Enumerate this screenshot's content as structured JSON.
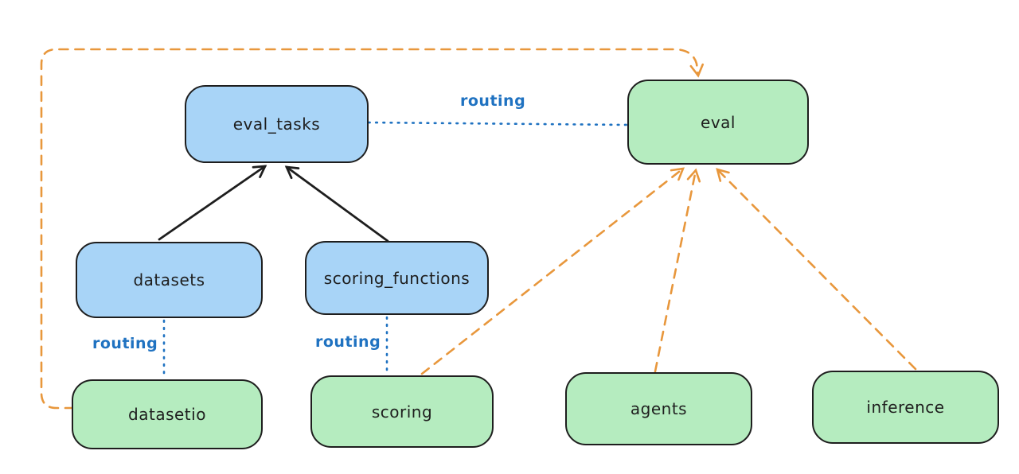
{
  "diagram": {
    "nodes": [
      {
        "id": "eval_tasks",
        "label": "eval_tasks",
        "color": "blue"
      },
      {
        "id": "eval",
        "label": "eval",
        "color": "green"
      },
      {
        "id": "datasets",
        "label": "datasets",
        "color": "blue"
      },
      {
        "id": "scoring_functions",
        "label": "scoring_functions",
        "color": "blue"
      },
      {
        "id": "datasetio",
        "label": "datasetio",
        "color": "green"
      },
      {
        "id": "scoring",
        "label": "scoring",
        "color": "green"
      },
      {
        "id": "agents",
        "label": "agents",
        "color": "green"
      },
      {
        "id": "inference",
        "label": "inference",
        "color": "green"
      }
    ],
    "edges": [
      {
        "from": "eval_tasks",
        "to": "eval",
        "style": "dotted-blue",
        "label": "routing"
      },
      {
        "from": "datasets",
        "to": "eval_tasks",
        "style": "solid-black-arrow"
      },
      {
        "from": "scoring_functions",
        "to": "eval_tasks",
        "style": "solid-black-arrow"
      },
      {
        "from": "datasets",
        "to": "datasetio",
        "style": "dotted-blue",
        "label": "routing"
      },
      {
        "from": "scoring_functions",
        "to": "scoring",
        "style": "dotted-blue",
        "label": "routing"
      },
      {
        "from": "datasetio",
        "to": "eval",
        "style": "dashed-orange-arrow"
      },
      {
        "from": "scoring",
        "to": "eval",
        "style": "dashed-orange-arrow"
      },
      {
        "from": "agents",
        "to": "eval",
        "style": "dashed-orange-arrow"
      },
      {
        "from": "inference",
        "to": "eval",
        "style": "dashed-orange-arrow"
      }
    ],
    "colors": {
      "background": "#ffffff",
      "node_blue_fill": "#a8d4f7",
      "node_green_fill": "#b5ecbf",
      "node_border": "#1e1e1e",
      "black_arrow": "#1e1e1e",
      "routing_blue": "#1f72c1",
      "orange_dashed": "#e8973c"
    }
  }
}
